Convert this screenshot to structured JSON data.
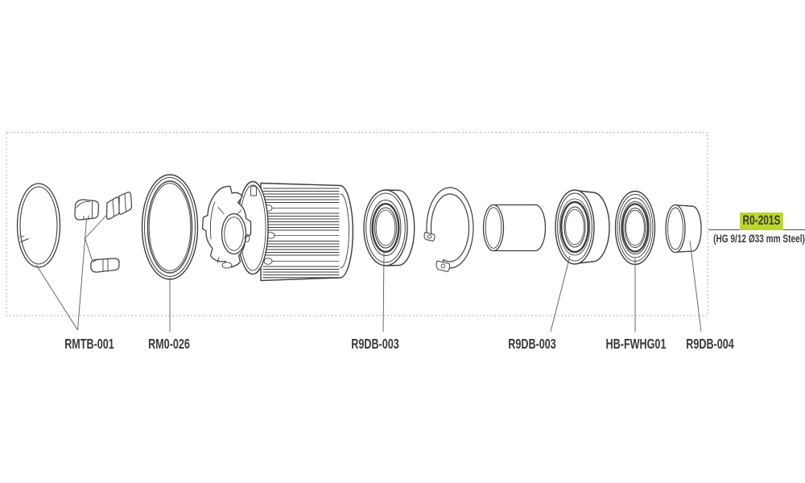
{
  "colors": {
    "background": "#ffffff",
    "line_art": "#3d3d3d",
    "leader_line": "#595959",
    "dashed_border": "#9c9c9c",
    "label_text": "#3a3a3a",
    "highlight": "#bdd62b"
  },
  "part_labels": [
    {
      "text": "RMTB-001"
    },
    {
      "text": "RM0-026"
    },
    {
      "text": "R9DB-003"
    },
    {
      "text": "R9DB-003"
    },
    {
      "text": "HB-FWHG01"
    },
    {
      "text": "R9DB-004"
    }
  ],
  "callout": {
    "part_number": "R0-201S",
    "spec": "(HG 9/12 Ø33 mm Steel)",
    "highlight_style": "background:#bdd62b"
  }
}
